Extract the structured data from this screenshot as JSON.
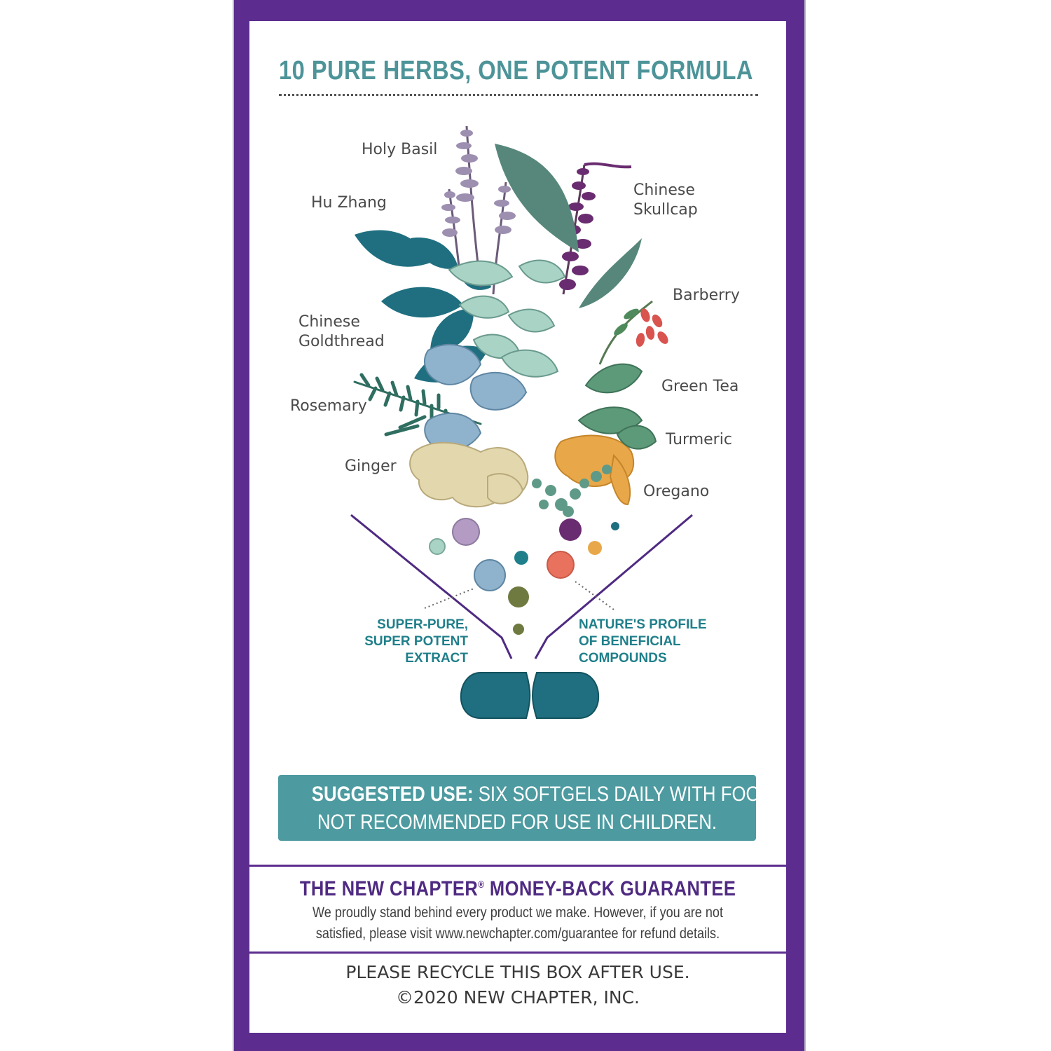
{
  "colors": {
    "border": "#5c2d8f",
    "title_teal": "#4d9499",
    "callout_teal": "#1f7f8a",
    "use_box": "#4d9ba0",
    "guarantee_purple": "#4f2a82"
  },
  "header": {
    "title": "10 PURE HERBS, ONE POTENT FORMULA"
  },
  "herbs": {
    "holy_basil": "Holy Basil",
    "hu_zhang": "Hu Zhang",
    "chinese_skullcap_1": "Chinese",
    "chinese_skullcap_2": "Skullcap",
    "barberry": "Barberry",
    "chinese_goldthread_1": "Chinese",
    "chinese_goldthread_2": "Goldthread",
    "green_tea": "Green Tea",
    "rosemary": "Rosemary",
    "turmeric": "Turmeric",
    "ginger": "Ginger",
    "oregano": "Oregano"
  },
  "callouts": {
    "left": "SUPER-PURE,\nSUPER POTENT\nEXTRACT",
    "right": "NATURE'S PROFILE\nOF BENEFICIAL\nCOMPOUNDS"
  },
  "suggested_use": {
    "label": "SUGGESTED USE:",
    "text_1": " SIX SOFTGELS DAILY WITH FOOD.",
    "text_2": "NOT RECOMMENDED FOR USE IN CHILDREN."
  },
  "guarantee": {
    "title_brand": "THE NEW CHAPTER",
    "title_mark": "®",
    "title_rest": " MONEY-BACK GUARANTEE",
    "line_1": "We proudly stand behind every product we make. However, if you are not",
    "line_2": "satisfied, please visit www.newchapter.com/guarantee for refund details."
  },
  "footer": {
    "line_1": "PLEASE RECYCLE THIS BOX AFTER USE.",
    "line_2": "©2020 NEW CHAPTER, INC."
  }
}
